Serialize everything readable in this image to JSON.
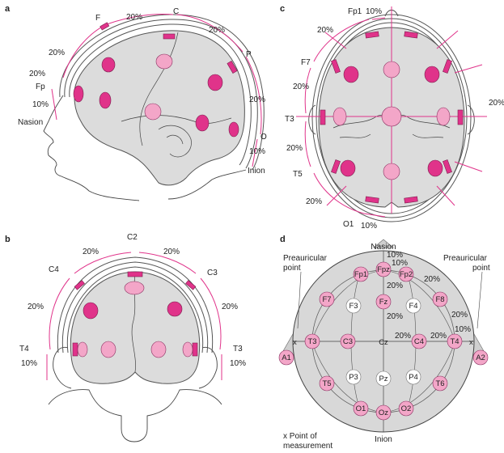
{
  "panels": {
    "a": {
      "label": "a",
      "letters": [
        "F",
        "C",
        "P",
        "O",
        "Fp"
      ],
      "landmarks": [
        "Nasion",
        "Inion"
      ],
      "percents": [
        "20%",
        "20%",
        "20%",
        "20%",
        "20%",
        "10%",
        "10%"
      ]
    },
    "b": {
      "label": "b",
      "top": "C2",
      "letters": [
        "C4",
        "C3",
        "T4",
        "T3"
      ],
      "percents": [
        "20%",
        "20%",
        "20%",
        "20%",
        "10%",
        "10%"
      ]
    },
    "c": {
      "label": "c",
      "letters": [
        "Fp1",
        "F7",
        "T3",
        "T5",
        "O1"
      ],
      "percents": [
        "10%",
        "20%",
        "20%",
        "20%",
        "20%",
        "20%",
        "10%"
      ]
    },
    "d": {
      "label": "d",
      "nasion": "Nasion",
      "inion": "Inion",
      "preauricular_left": [
        "Preauricular",
        "point"
      ],
      "preauricular_right": [
        "Preauricular",
        "point"
      ],
      "legend": [
        "x Point of",
        "measurement"
      ],
      "cz": "Cz",
      "percents": [
        "10%",
        "10%",
        "20%",
        "20%",
        "20%",
        "20%",
        "20%",
        "20%",
        "10%"
      ],
      "electrodes_pink": [
        "Fpz",
        "Fp1",
        "Fp2",
        "F7",
        "F8",
        "Fz",
        "T3",
        "C3",
        "C4",
        "T4",
        "A1",
        "A2",
        "T5",
        "T6",
        "O1",
        "Oz",
        "O2"
      ],
      "electrodes_white": [
        "F3",
        "F4",
        "P3",
        "Pz",
        "P4"
      ]
    }
  },
  "colors": {
    "accent": "#e0338a",
    "accent_light": "#f3a6c8",
    "brain": "#dcdcdc"
  }
}
